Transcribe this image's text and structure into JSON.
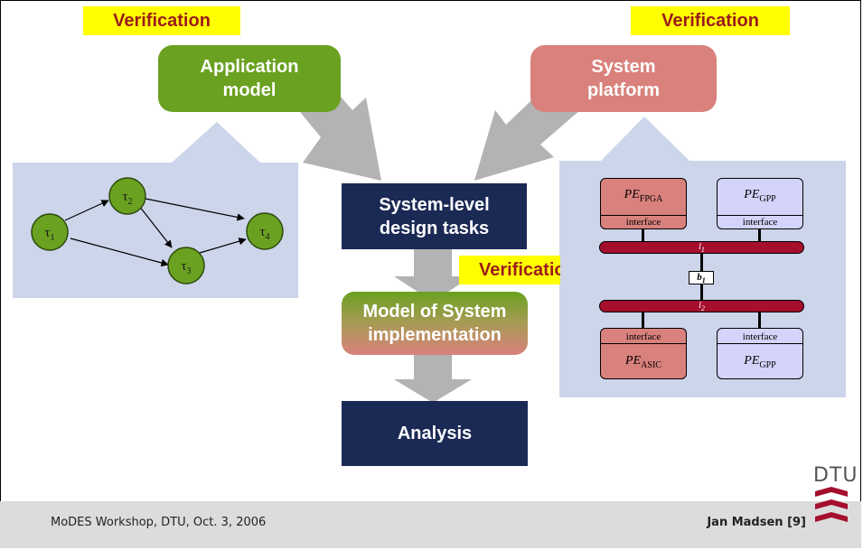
{
  "verification_labels": [
    "Verification",
    "Verification",
    "Verification"
  ],
  "application_model": {
    "line1": "Application",
    "line2": "model"
  },
  "system_platform": {
    "line1": "System",
    "line2": "platform"
  },
  "design_tasks": {
    "line1": "System-level",
    "line2": "design tasks"
  },
  "model_impl": {
    "line1": "Model of System",
    "line2": "implementation"
  },
  "analysis": "Analysis",
  "task_graph": {
    "nodes": [
      "τ1",
      "τ2",
      "τ3",
      "τ4"
    ]
  },
  "platform": {
    "pe_top_left": {
      "base": "PE",
      "sub": "FPGA",
      "interface": "interface"
    },
    "pe_top_right": {
      "base": "PE",
      "sub": "GPP",
      "interface": "interface"
    },
    "pe_bottom_left": {
      "base": "PE",
      "sub": "ASIC",
      "interface": "interface"
    },
    "pe_bottom_right": {
      "base": "PE",
      "sub": "GPP",
      "interface": "interface"
    },
    "bus1": "l1",
    "bus2": "l2",
    "bridge": "b1"
  },
  "footer": {
    "left": "MoDES Workshop, DTU, Oct. 3, 2006",
    "right": "Jan Madsen [9]",
    "logo": "DTU"
  },
  "colors": {
    "green": "#6aa121",
    "salmon": "#d9817c",
    "navy": "#1b2a55",
    "panel": "#cdd5eb",
    "arrow": "#b3b3b3",
    "bus": "#a50e2d"
  }
}
